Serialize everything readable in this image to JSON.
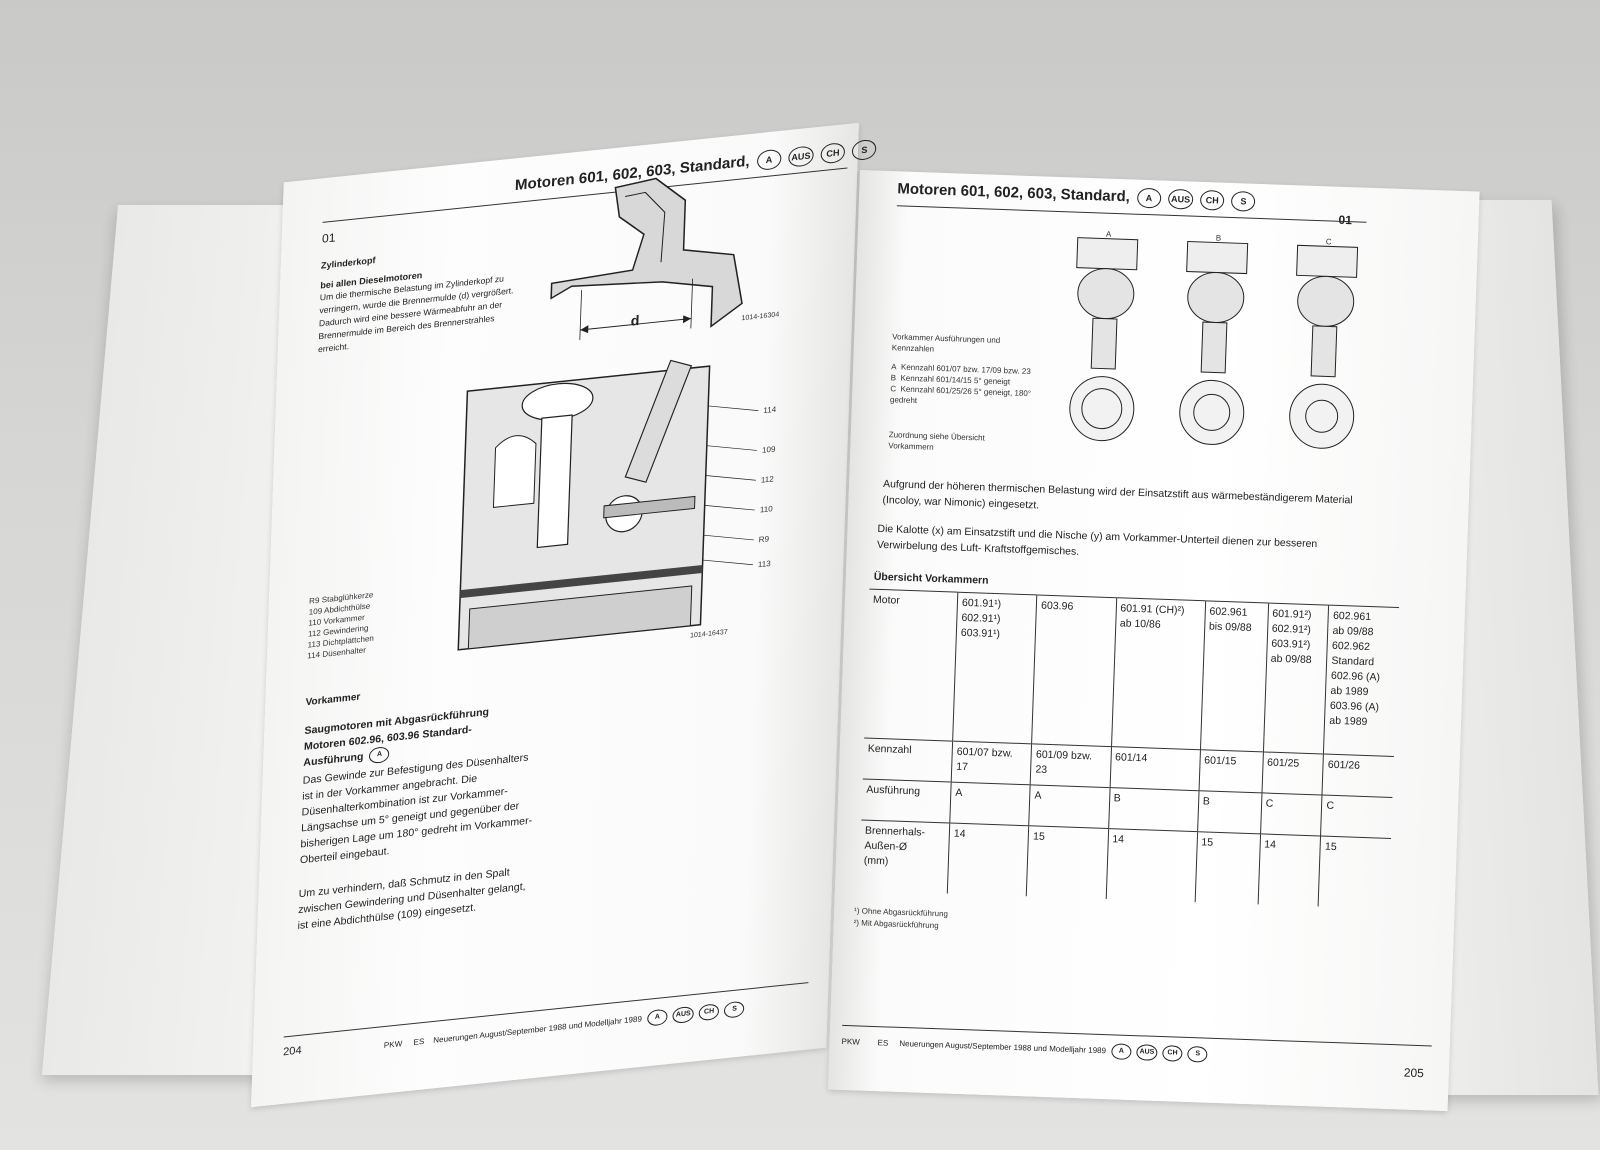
{
  "left_page": {
    "header": "Motoren 601, 602, 603, Standard,",
    "header_chips": [
      "A",
      "AUS",
      "CH",
      "S"
    ],
    "section_code": "01",
    "heading_cylinder": "Zylinderkopf",
    "subheading": "bei allen Dieselmotoren",
    "intro_text": "Um die thermische Belastung im Zylinderkopf zu verringern, wurde die Brennermulde (d) vergrößert. Dadurch wird eine bessere Wärmeabfuhr an der Brennermulde im Bereich des Brennerstrahles erreicht.",
    "figure_label_d": "d",
    "figure_code_top": "1014-16304",
    "figure_code_bottom": "1014-16437",
    "part_callouts": [
      "114",
      "109",
      "112",
      "110",
      "R9",
      "113"
    ],
    "legend": [
      {
        "num": "R9",
        "text": "Stabglühkerze"
      },
      {
        "num": "109",
        "text": "Abdichthülse"
      },
      {
        "num": "110",
        "text": "Vorkammer"
      },
      {
        "num": "112",
        "text": "Gewindering"
      },
      {
        "num": "113",
        "text": "Dichtplättchen"
      },
      {
        "num": "114",
        "text": "Düsenhalter"
      }
    ],
    "heading_vorkammer": "Vorkammer",
    "bold_block_1": "Saugmotoren mit Abgasrückführung",
    "bold_block_2": "Motoren 602.96, 603.96 Standard-",
    "bold_block_3": "Ausführung",
    "bold_chip": "A",
    "para_1": "Das Gewinde zur Befestigung des Düsenhalters ist in der Vorkammer angebracht. Die Düsenhalterkombination ist zur Vorkammer-Längsachse um 5° geneigt und gegenüber der bisherigen Lage um 180° gedreht im Vorkammer-Oberteil eingebaut.",
    "para_2": "Um zu verhindern, daß Schmutz in den Spalt zwischen Gewindering und Düsenhalter gelangt, ist eine Abdichthülse (109) eingesetzt.",
    "page_number": "204",
    "footer_pkw": "PKW",
    "footer_es": "ES",
    "footer_text": "Neuerungen August/September 1988 und Modelljahr 1989",
    "footer_chips": [
      "A",
      "AUS",
      "CH",
      "S"
    ]
  },
  "right_page": {
    "header": "Motoren 601, 602, 603, Standard,",
    "header_chips": [
      "A",
      "AUS",
      "CH",
      "S"
    ],
    "section_code": "01",
    "figure_labels": [
      "A",
      "B",
      "C"
    ],
    "fig_caption_title": "Vorkammer Ausführungen und Kennzahlen",
    "fig_caption_items": [
      {
        "key": "A",
        "text": "Kennzahl 601/07 bzw. 17/09 bzw. 23"
      },
      {
        "key": "B",
        "text": "Kennzahl 601/14/15 5° geneigt"
      },
      {
        "key": "C",
        "text": "Kennzahl 601/25/26 5° geneigt, 180° gedreht"
      }
    ],
    "fig_caption_note": "Zuordnung siehe Übersicht Vorkammern",
    "para_1": "Aufgrund der höheren thermischen Belastung wird der Einsatzstift aus wärmebeständigerem Material (Incoloy, war Nimonic) eingesetzt.",
    "para_2": "Die Kalotte (x) am Einsatzstift und die Nische (y) am Vorkammer-Unterteil dienen zur besseren Verwirbelung des Luft- Kraftstoffgemisches.",
    "table_title": "Übersicht Vorkammern",
    "table": {
      "rows": [
        {
          "label": "Motor",
          "cells": [
            "601.91¹)\n602.91¹)\n603.91¹)",
            "603.96",
            "601.91 (CH)²)\nab 10/86",
            "602.961\nbis 09/88",
            "601.91²)\n602.91²)\n603.91²)\nab 09/88",
            "602.961\nab 09/88\n602.962\nStandard\n602.96 (A)\nab 1989\n603.96 (A)\nab 1989"
          ]
        },
        {
          "label": "Kennzahl",
          "cells": [
            "601/07 bzw.\n17",
            "601/09 bzw.\n23",
            "601/14",
            "601/15",
            "601/25",
            "601/26"
          ]
        },
        {
          "label": "Ausführung",
          "cells": [
            "A",
            "A",
            "B",
            "B",
            "C",
            "C"
          ]
        },
        {
          "label": "Brennerhals-\nAußen-Ø\n(mm)",
          "cells": [
            "14",
            "15",
            "14",
            "15",
            "14",
            "15"
          ]
        }
      ]
    },
    "footnote_1": "¹)  Ohne Abgasrückführung",
    "footnote_2": "²)  Mit Abgasrückführung",
    "page_number": "205",
    "footer_pkw": "PKW",
    "footer_es": "ES",
    "footer_text": "Neuerungen August/September 1988 und Modelljahr 1989",
    "footer_chips": [
      "A",
      "AUS",
      "CH",
      "S"
    ]
  }
}
